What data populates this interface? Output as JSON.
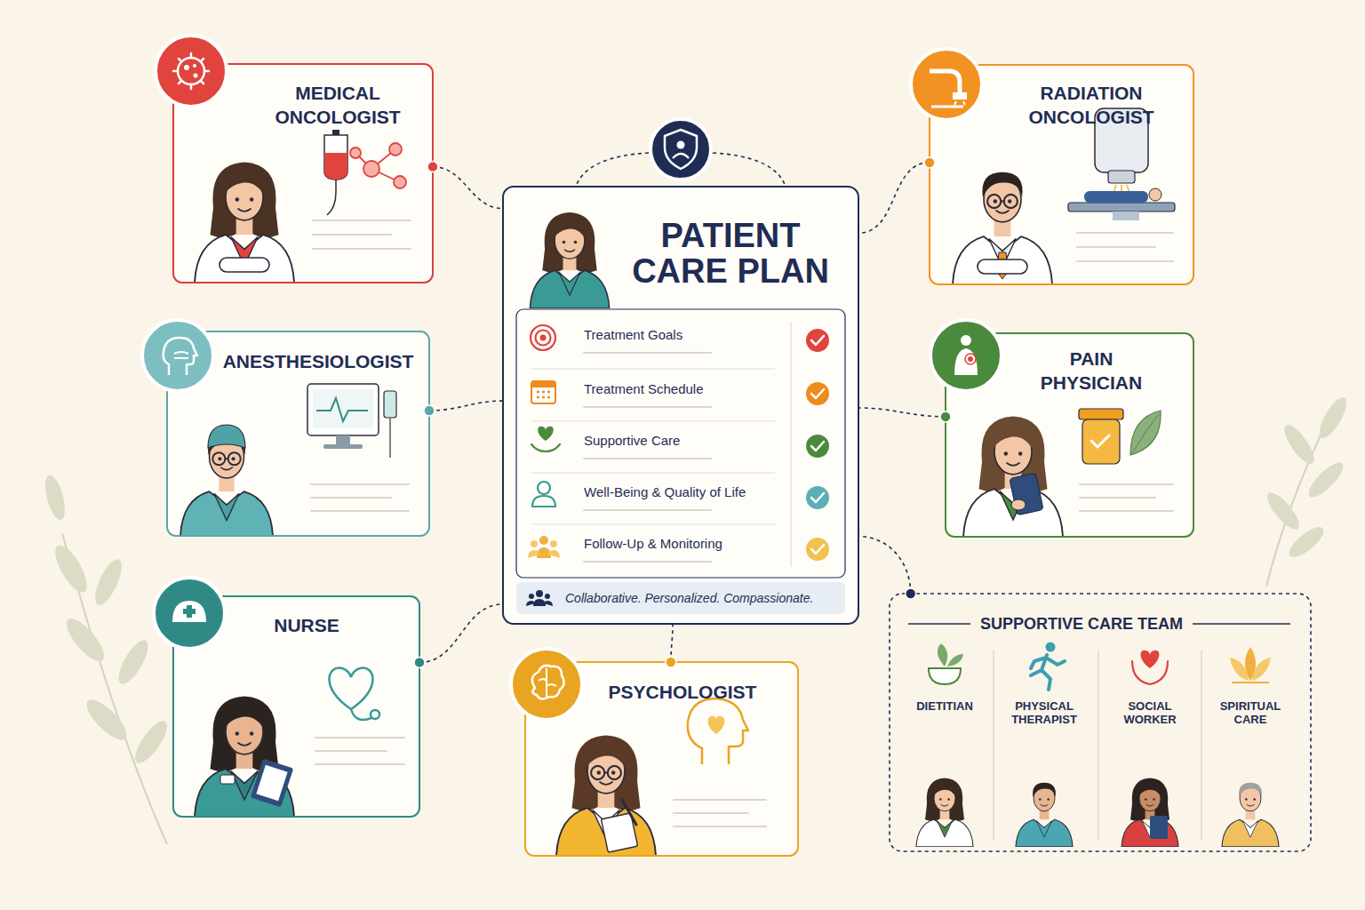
{
  "diagram": {
    "nodes": [
      {
        "text": [
          "MEDICAL ONCOLOGIST"
        ]
      },
      {
        "text": [
          "PATIENT CARE PLAN"
        ]
      },
      {
        "text": [
          "Treatment Goals",
          "Treatment Schedule",
          "Supportive Care",
          "Well-Being & Quality of Life",
          "Follow-Up & Monitoring"
        ],
        "in": 1
      },
      {
        "text": [
          "Collaborative. Personalized. Compassionate."
        ],
        "in": 1
      },
      {
        "text": [
          "RADIATION ONCOLOGIST"
        ]
      },
      {
        "text": [
          "ANESTHESIOLOGIST"
        ]
      },
      {
        "text": [
          "PAIN PHYSICIAN"
        ]
      },
      {
        "text": [
          "NURSE"
        ]
      },
      {
        "text": [
          "PSYCHOLOGIST"
        ]
      },
      {
        "text": [
          "SUPPORTIVE CARE TEAM",
          "DIETITIAN",
          "PHYSICAL THERAPIST",
          "SOCIAL WORKER",
          "SPIRITUAL CARE"
        ]
      }
    ],
    "edges": [
      {
        "from": 0,
        "to": 1,
        "arrow": "none"
      },
      {
        "from": 4,
        "to": 1,
        "arrow": "none"
      },
      {
        "from": 5,
        "to": 1,
        "arrow": "none"
      },
      {
        "from": 6,
        "to": 1,
        "arrow": "none"
      },
      {
        "from": 7,
        "to": 1,
        "arrow": "none"
      },
      {
        "from": 8,
        "to": 1,
        "arrow": "none"
      },
      {
        "from": 9,
        "to": 1,
        "arrow": "none"
      }
    ]
  }
}
